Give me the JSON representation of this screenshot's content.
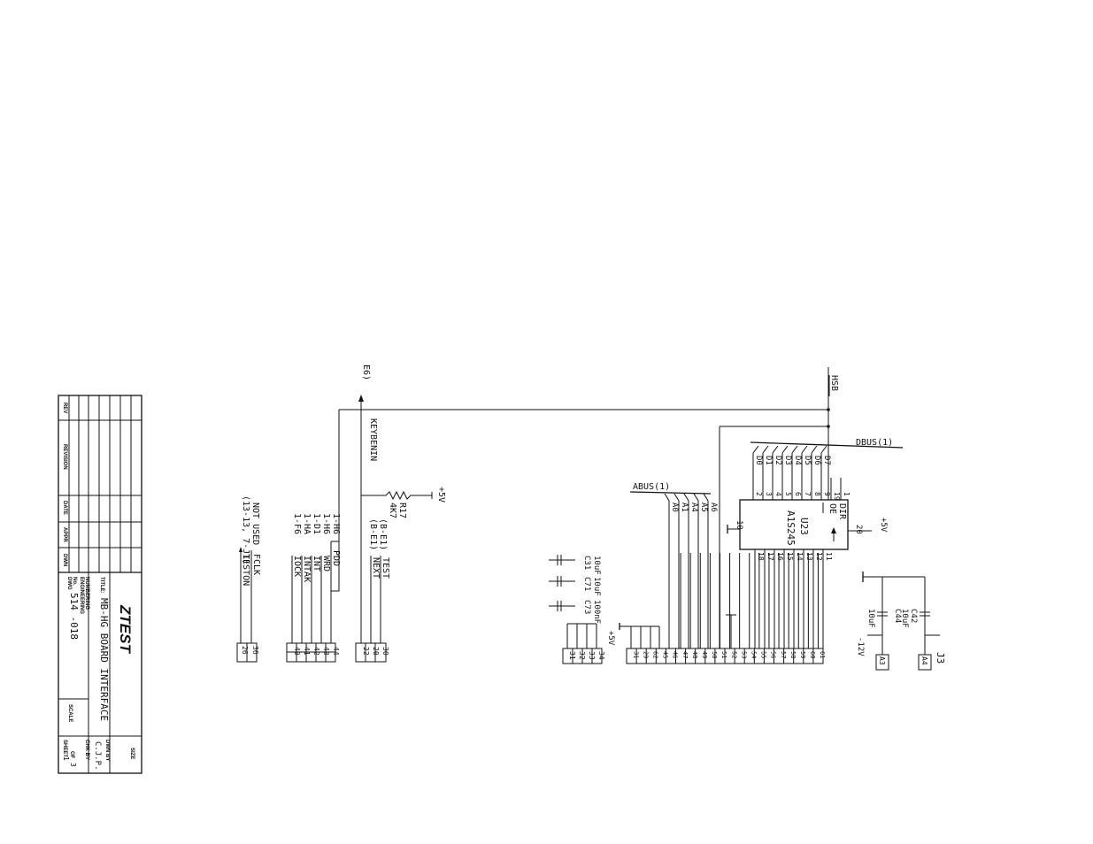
{
  "title_block": {
    "headers": {
      "rev": "REV",
      "revision": "REVISION",
      "date": "DATE",
      "appr": "APPR",
      "dwn": "DWN"
    },
    "logo": "ZTEST",
    "title_prefix": "TITLE:",
    "title": "MB-HG BOARD INTERFACE",
    "engineering": "ENGINEERING",
    "numbering": "NUMBERING",
    "dwg_no_label": "DWG",
    "no_label": "No.",
    "dwg_no": "514 -018",
    "size": "SIZE",
    "scale": "SCALE",
    "dwn_by_label": "DWN BY",
    "dwn_by": "C.J.P.",
    "chk_by": "CHK BY",
    "sheet_label": "SHEET",
    "sheet": "1",
    "of_label": "OF",
    "of": "3"
  },
  "schematic": {
    "group1": {
      "note1": "NOT USED",
      "note2": "(13-13, 7-J1)",
      "sig1": "FCLK",
      "sig2": "TESTON",
      "pins": [
        "26",
        "36"
      ]
    },
    "group2": {
      "refs": [
        "1-H6",
        "1-H6",
        "1-D1",
        "1-HA",
        "1-F6"
      ],
      "sigs": [
        "PDD",
        "WRD",
        "INT",
        "INTAK",
        "IOCK"
      ],
      "pins": [
        "44",
        "43",
        "42",
        "41",
        "40"
      ]
    },
    "group3": {
      "e6": "E6)",
      "keybenin": "KEYBENIN",
      "r_ref": "R17",
      "r_val": "4K7",
      "plus5": "+5V",
      "ref1": "(B-E1)",
      "ref2": "(B-E1)",
      "sig1": "TEST",
      "sig2": "NEXT",
      "pins": [
        "30",
        "20",
        "22"
      ]
    },
    "caps": {
      "vals": [
        "10uF",
        "10uF",
        "100nF"
      ],
      "refs": [
        "C31",
        "C71",
        "C73"
      ],
      "plus5": "+5V",
      "pins": [
        "34",
        "33",
        "32",
        "31"
      ]
    },
    "main_connector": {
      "pins": [
        "31",
        "29",
        "62",
        "45",
        "46",
        "47",
        "48",
        "49",
        "50",
        "51",
        "52",
        "53",
        "54",
        "55",
        "56",
        "57",
        "58",
        "59",
        "60",
        "61"
      ]
    },
    "u23": {
      "ref": "U23",
      "part": "A1S245",
      "dir": "DIR",
      "oe": "OE",
      "pin20": "20",
      "pin10": "10",
      "plus5": "+5V",
      "left_pins": [
        "1",
        "19",
        "9",
        "8",
        "7",
        "6",
        "5",
        "4",
        "3",
        "2"
      ],
      "right_pins": [
        "11",
        "12",
        "13",
        "14",
        "15",
        "16",
        "17",
        "18"
      ]
    },
    "dbus": {
      "label": "DBUS(1)",
      "signals": [
        "D7",
        "D6",
        "D5",
        "D4",
        "D3",
        "D2",
        "D1",
        "D0"
      ]
    },
    "abus": {
      "label": "ABUS(1)",
      "signals": [
        "A6",
        "A5",
        "A4",
        "A1",
        "A0"
      ]
    },
    "hsb": "HSB",
    "j3": {
      "ref": "J3",
      "c42": "C42",
      "c42_val": "10uF",
      "c44": "C44",
      "c44_val": "10uF",
      "minus12": "-12V",
      "pin_a": "A4",
      "pin_b": "A3"
    }
  }
}
